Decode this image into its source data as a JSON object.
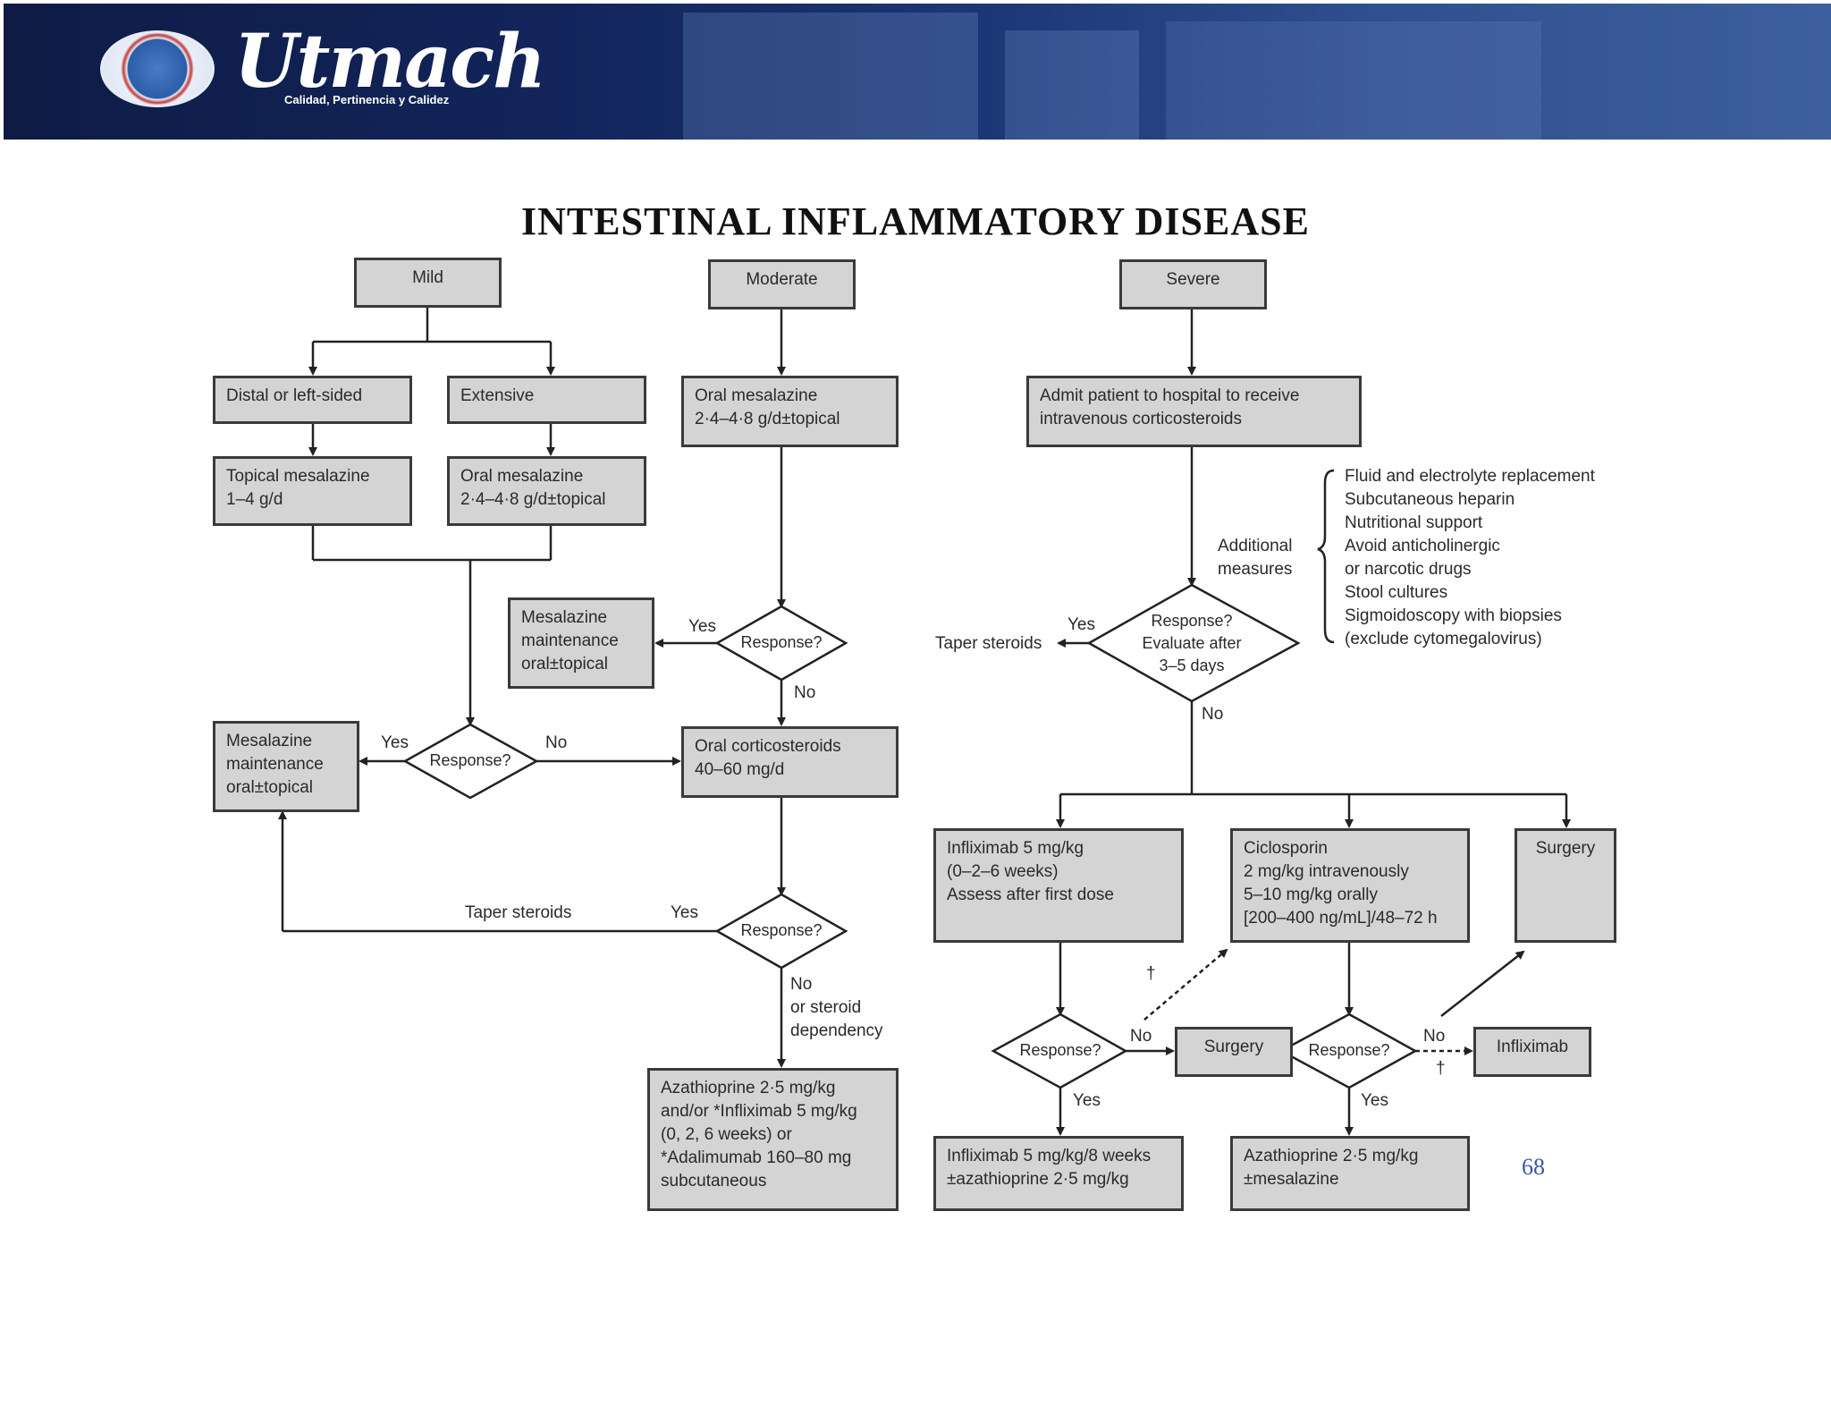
{
  "header": {
    "logo_text": "Utmach",
    "tagline": "Calidad, Pertinencia y Calidez"
  },
  "title": "INTESTINAL  INFLAMMATORY DISEASE",
  "page_number": "68",
  "boxes": {
    "mild": "Mild",
    "moderate": "Moderate",
    "severe": "Severe",
    "distal": "Distal or left-sided",
    "extensive": "Extensive",
    "topical_mesalazine": "Topical mesalazine\n1–4 g/d",
    "oral_mesalazine_mild": "Oral mesalazine\n2·4–4·8 g/d±topical",
    "oral_mesalazine_moderate": "Oral mesalazine\n2·4–4·8 g/d±topical",
    "admit": "Admit patient to hospital to receive\nintravenous corticosteroids",
    "mesalazine_maint_top": "Mesalazine\nmaintenance\noral±topical",
    "mesalazine_maint_left": "Mesalazine\nmaintenance\noral±topical",
    "oral_corticosteroids": "Oral corticosteroids\n40–60 mg/d",
    "azathioprine_moderate": "Azathioprine 2·5 mg/kg\nand/or *Infliximab 5 mg/kg\n(0, 2, 6 weeks) or\n*Adalimumab 160–80 mg\nsubcutaneous",
    "infliximab_severe": "Infliximab 5 mg/kg\n(0–2–6 weeks)\nAssess after first dose",
    "ciclosporin": "Ciclosporin\n2 mg/kg intravenously\n5–10 mg/kg orally\n[200–400 ng/mL]/48–72 h",
    "surgery_top": "Surgery",
    "surgery_small": "Surgery",
    "infliximab_small": "Infliximab",
    "infliximab_maint": "Infliximab 5 mg/kg/8 weeks\n±azathioprine 2·5 mg/kg",
    "azathioprine_severe": "Azathioprine 2·5 mg/kg\n±mesalazine"
  },
  "diamonds": {
    "response_mod_top": "Response?",
    "response_mild": "Response?",
    "response_mod_bottom": "Response?",
    "response_severe": "Response?\nEvaluate after\n3–5 days",
    "response_infliximab": "Response?",
    "response_ciclosporin": "Response?"
  },
  "labels": {
    "yes": "Yes",
    "no": "No",
    "no_or_steroid": "No\nor steroid\ndependency",
    "taper_steroids": "Taper steroids",
    "additional_measures": "Additional\nmeasures",
    "measures_list": "Fluid and electrolyte replacement\nSubcutaneous heparin\nNutritional support\nAvoid anticholinergic\nor narcotic drugs\nStool cultures\nSigmoidoscopy with biopsies\n(exclude cytomegalovirus)",
    "dagger": "†"
  }
}
